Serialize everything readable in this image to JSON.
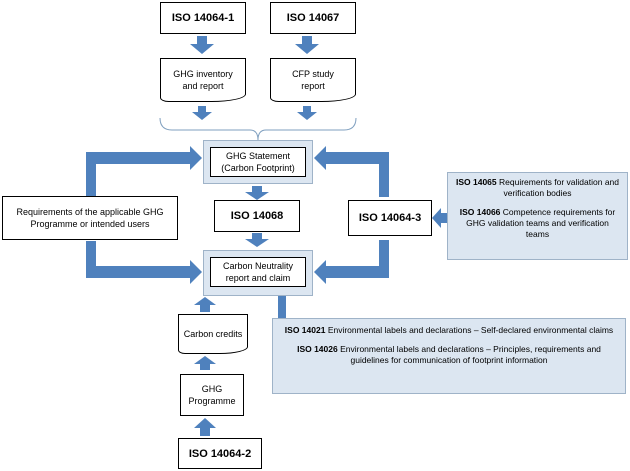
{
  "boxes": {
    "iso_14064_1": "ISO 14064-1",
    "iso_14067": "ISO 14067",
    "ghg_inventory": "GHG inventory and report",
    "cfp_study": "CFP study report",
    "ghg_statement": "GHG Statement (Carbon Footprint)",
    "iso_14068": "ISO 14068",
    "carbon_neutrality": "Carbon Neutrality report and claim",
    "requirements": "Requirements of the applicable GHG Programme or intended users",
    "iso_14064_3": "ISO 14064-3",
    "carbon_credits": "Carbon credits",
    "ghg_programme": "GHG Programme",
    "iso_14064_2": "ISO 14064-2"
  },
  "info_top": [
    {
      "code": "ISO 14065",
      "text": "Requirements for validation and verification bodies"
    },
    {
      "code": "ISO 14066",
      "text": "Competence requirements for GHG validation teams and verification teams"
    }
  ],
  "info_bottom": [
    {
      "code": "ISO 14021",
      "text": "Environmental labels and declarations – Self-declared environmental claims"
    },
    {
      "code": "ISO 14026",
      "text": "Environmental labels and declarations – Principles, requirements and guidelines for communication of footprint information"
    }
  ],
  "colors": {
    "arrow": "#4f81bd",
    "panel_fill": "#dce6f1",
    "panel_border": "#9fb3c8"
  }
}
